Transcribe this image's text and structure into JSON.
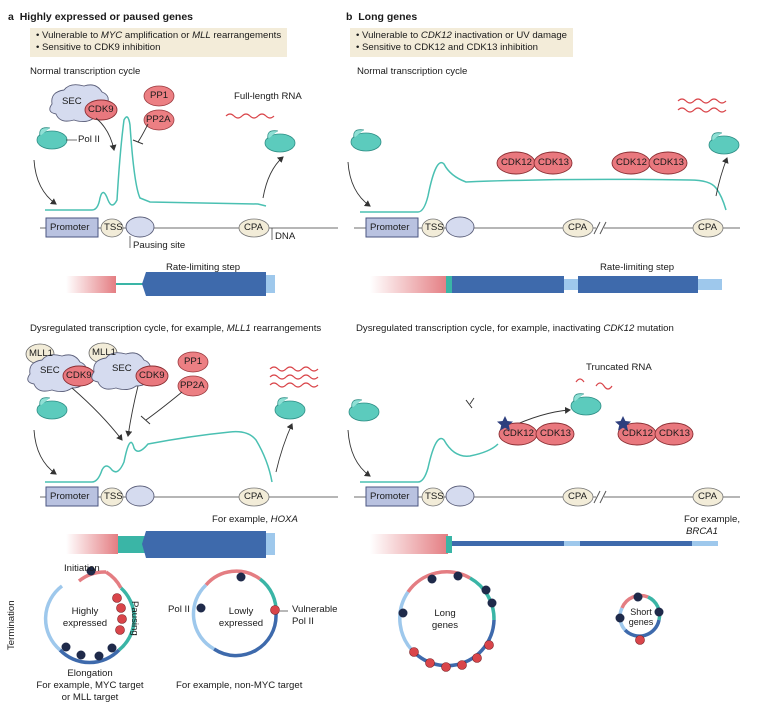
{
  "panel_a": {
    "letter": "a",
    "title": "Highly expressed or paused genes",
    "bullet1_pre": "Vulnerable to ",
    "bullet1_it1": "MYC",
    "bullet1_mid": " amplification or ",
    "bullet1_it2": "MLL",
    "bullet1_post": " rearrangements",
    "bullet2": "Sensitive to CDK9 inhibition",
    "normal_cycle": "Normal transcription cycle",
    "labels": {
      "sec": "SEC",
      "cdk9": "CDK9",
      "pp1": "PP1",
      "pp2a": "PP2A",
      "pol2": "Pol II",
      "full_length_rna": "Full-length RNA",
      "promoter": "Promoter",
      "tss": "TSS",
      "cpa": "CPA",
      "dna": "DNA",
      "pausing_site": "Pausing site",
      "rate_limiting": "Rate-limiting step",
      "mll1": "MLL1"
    },
    "dysreg_pre": "Dysregulated transcription cycle, for example, ",
    "dysreg_it": "MLL1",
    "dysreg_post": " rearrangements",
    "example_pre": "For example, ",
    "example_it": "HOXA",
    "cycle1": {
      "initiation": "Initiation",
      "termination": "Termination",
      "pausing": "Pausing",
      "center": "Highly expressed",
      "elongation": "Elongation",
      "footnote1": "For example, MYC target",
      "footnote2": "or MLL target"
    },
    "cycle2": {
      "pol2": "Pol II",
      "center": "Lowly expressed",
      "vulnerable": "Vulnerable Pol II",
      "footnote": "For example, non-MYC target"
    }
  },
  "panel_b": {
    "letter": "b",
    "title": "Long genes",
    "bullet1_pre": "Vulnerable to ",
    "bullet1_it": "CDK12",
    "bullet1_post": " inactivation or UV damage",
    "bullet2": "Sensitive to CDK12 and CDK13 inhibition",
    "normal_cycle": "Normal transcription cycle",
    "labels": {
      "cdk12": "CDK12",
      "cdk13": "CDK13",
      "promoter": "Promoter",
      "tss": "TSS",
      "cpa": "CPA",
      "rate_limiting": "Rate-limiting step",
      "truncated_rna": "Truncated RNA"
    },
    "dysreg_pre": "Dysregulated transcription cycle, for example, inactivating ",
    "dysreg_it": "CDK12",
    "dysreg_post": " mutation",
    "example_pre": "For example,",
    "example_it": "BRCA1",
    "cycle1": {
      "center": "Long genes"
    },
    "cycle2": {
      "center": "Short genes"
    }
  },
  "colors": {
    "pol2_teal": "#5ccbbd",
    "sec_lavender": "#d5dbef",
    "cdk_red": "#e9787e",
    "pp_red": "#ec7f83",
    "promoter_fill": "#b9c2e0",
    "bar_dark_blue": "#3e6aac",
    "bar_light_blue": "#9ec8ec",
    "bar_pink": "#e89898",
    "infobox_bg": "#f3ecd9",
    "star_navy": "#2e3f7e",
    "dot_navy": "#1f2a4a",
    "dot_red": "#d9454a"
  }
}
